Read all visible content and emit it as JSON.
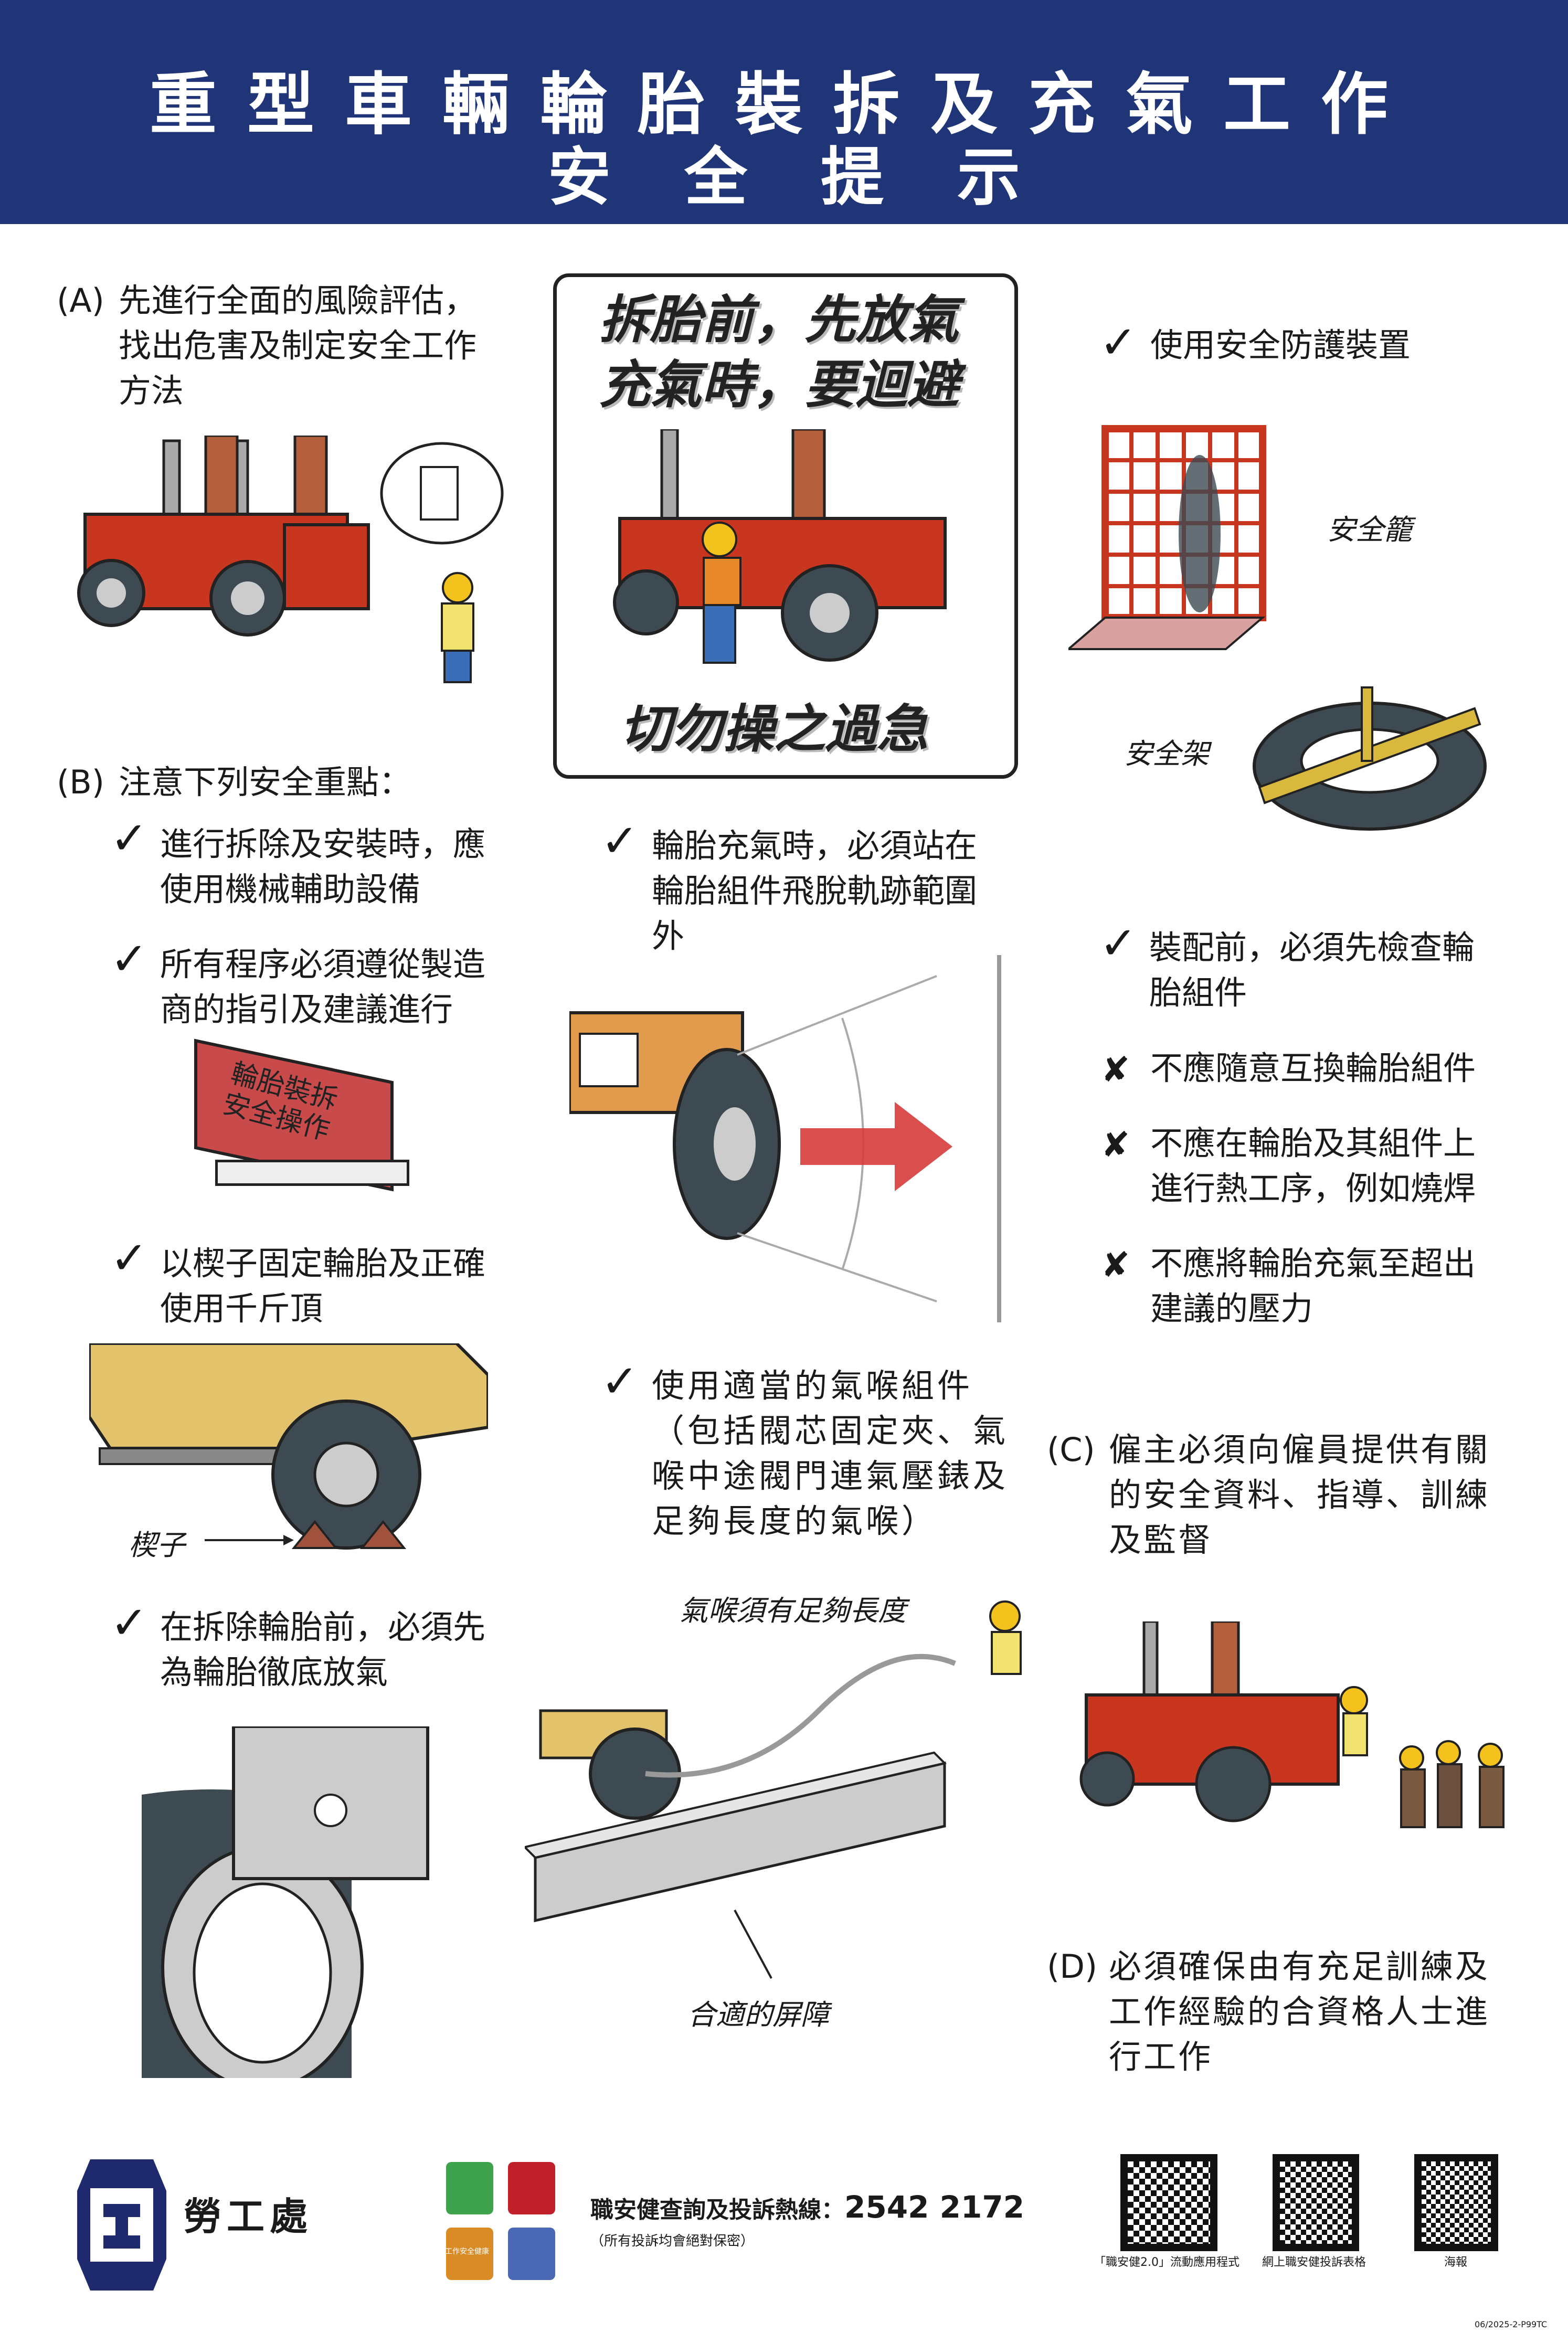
{
  "header": {
    "title_line1": "重型車輛輪胎裝拆及充氣工作",
    "title_line2": "安全提示"
  },
  "section_a": {
    "marker": "(A)",
    "lines": [
      "先進行全面的風險評估，",
      "找出危害及制定安全工作",
      "方法"
    ]
  },
  "section_b": {
    "marker": "(B)",
    "heading": "注意下列安全重點：",
    "items": [
      {
        "lines": [
          "進行拆除及安裝時，應",
          "使用機械輔助設備"
        ]
      },
      {
        "lines": [
          "所有程序必須遵從製造",
          "商的指引及建議進行"
        ]
      },
      {
        "lines": [
          "以楔子固定輪胎及正確",
          "使用千斤頂"
        ]
      },
      {
        "lines": [
          "在拆除輪胎前，必須先",
          "為輪胎徹底放氣"
        ]
      }
    ],
    "book_title": [
      "輪胎裝拆",
      "安全操作"
    ],
    "wedge_label": "楔子"
  },
  "center_box": {
    "lines": [
      "拆胎前，先放氣",
      "充氣時，要迴避"
    ],
    "bottom": "切勿操之過急"
  },
  "middle": {
    "item1": [
      "輪胎充氣時，必須站在",
      "輪胎組件飛脫軌跡範圍",
      "外"
    ],
    "item2": [
      "使用適當的氣喉組件",
      "（包括閥芯固定夾、氣",
      "喉中途閥門連氣壓錶及",
      "足夠長度的氣喉）"
    ],
    "hose_label": "氣喉須有足夠長度",
    "barrier_label": "合適的屏障"
  },
  "right": {
    "item1": "使用安全防護裝置",
    "cage_label": "安全籠",
    "rack_label": "安全架",
    "item2": [
      "裝配前，必須先檢查輪",
      "胎組件"
    ],
    "donts": [
      {
        "lines": [
          "不應隨意互換輪胎組件"
        ]
      },
      {
        "lines": [
          "不應在輪胎及其組件上",
          "進行熱工序，例如燒焊"
        ]
      },
      {
        "lines": [
          "不應將輪胎充氣至超出",
          "建議的壓力"
        ]
      }
    ]
  },
  "section_c": {
    "marker": "(C)",
    "lines": [
      "僱主必須向僱員提供有關",
      "的安全資料、指導、訓練",
      "及監督"
    ]
  },
  "section_d": {
    "marker": "(D)",
    "lines": [
      "必須確保由有充足訓練及",
      "工作經驗的合資格人士進",
      "行工作"
    ]
  },
  "footer": {
    "org": "勞工處",
    "hotline_label": "職安健查詢及投訴熱線：",
    "hotline_number": "2542 2172",
    "confidential": "（所有投訴均會絕對保密）",
    "logo_text": "工作安全健康",
    "qr_labels": [
      "「職安健2.0」流動應用程式",
      "網上職安健投訴表格",
      "海報"
    ],
    "code": "06/2025-2-P99TC"
  },
  "colors": {
    "header": "#1f3578",
    "truck_red": "#c8361f",
    "yellow": "#e2c26a",
    "tire": "#3d4a52"
  }
}
